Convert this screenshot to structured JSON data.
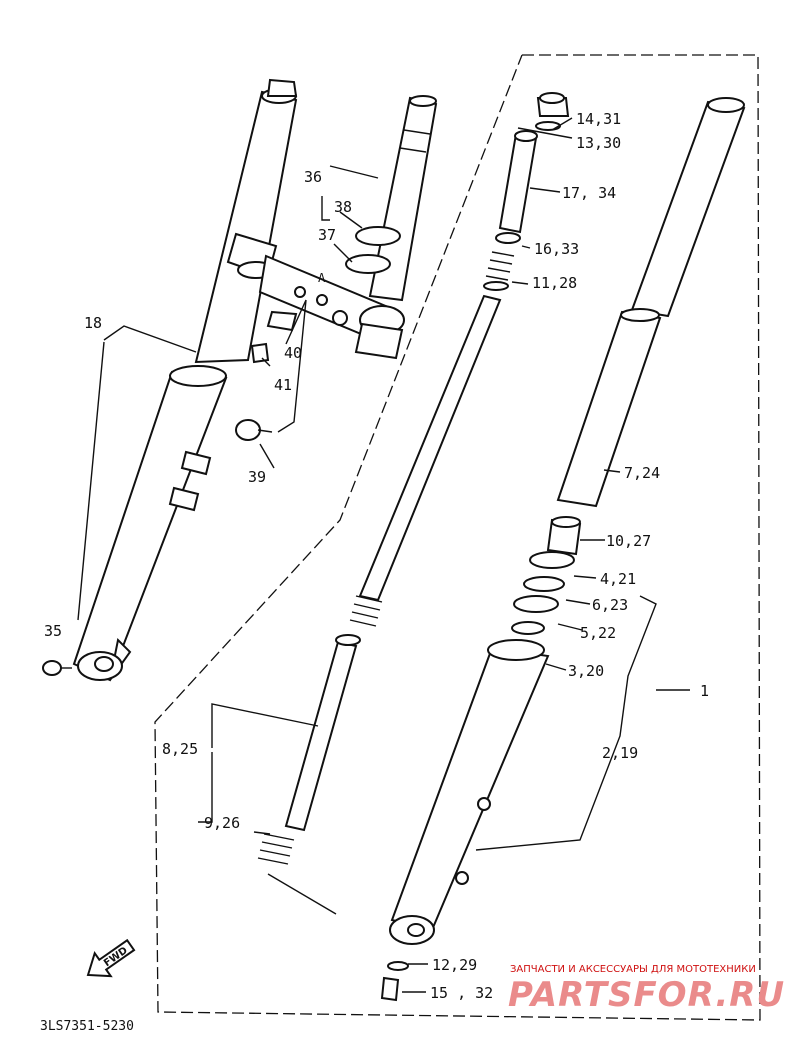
{
  "diagram": {
    "callouts": {
      "c1": "1",
      "c2": "2,19",
      "c3": "3,20",
      "c4": "4,21",
      "c5": "5,22",
      "c6": "6,23",
      "c7": "7,24",
      "c8": "8,25",
      "c9": "9,26",
      "c10": "10,27",
      "c11": "11,28",
      "c12": "12,29",
      "c13": "13,30",
      "c14": "14,31",
      "c15": "15 , 32",
      "c16": "16,33",
      "c17": "17, 34",
      "c18": "18",
      "c35": "35",
      "c36": "36",
      "c37": "37",
      "c38": "38",
      "c39": "39",
      "c40": "40",
      "c41": "41",
      "mark_a": "A"
    },
    "fwd_label": "FWD",
    "diagram_code": "3LS7351-5230"
  },
  "watermark": {
    "tagline": "ЗАПЧАСТИ И АКСЕССУАРЫ ДЛЯ МОТОТЕХНИКИ",
    "brand": "PARTSFOR.RU",
    "brand_color": "#ea8b8b",
    "tagline_color": "#cf1010"
  }
}
